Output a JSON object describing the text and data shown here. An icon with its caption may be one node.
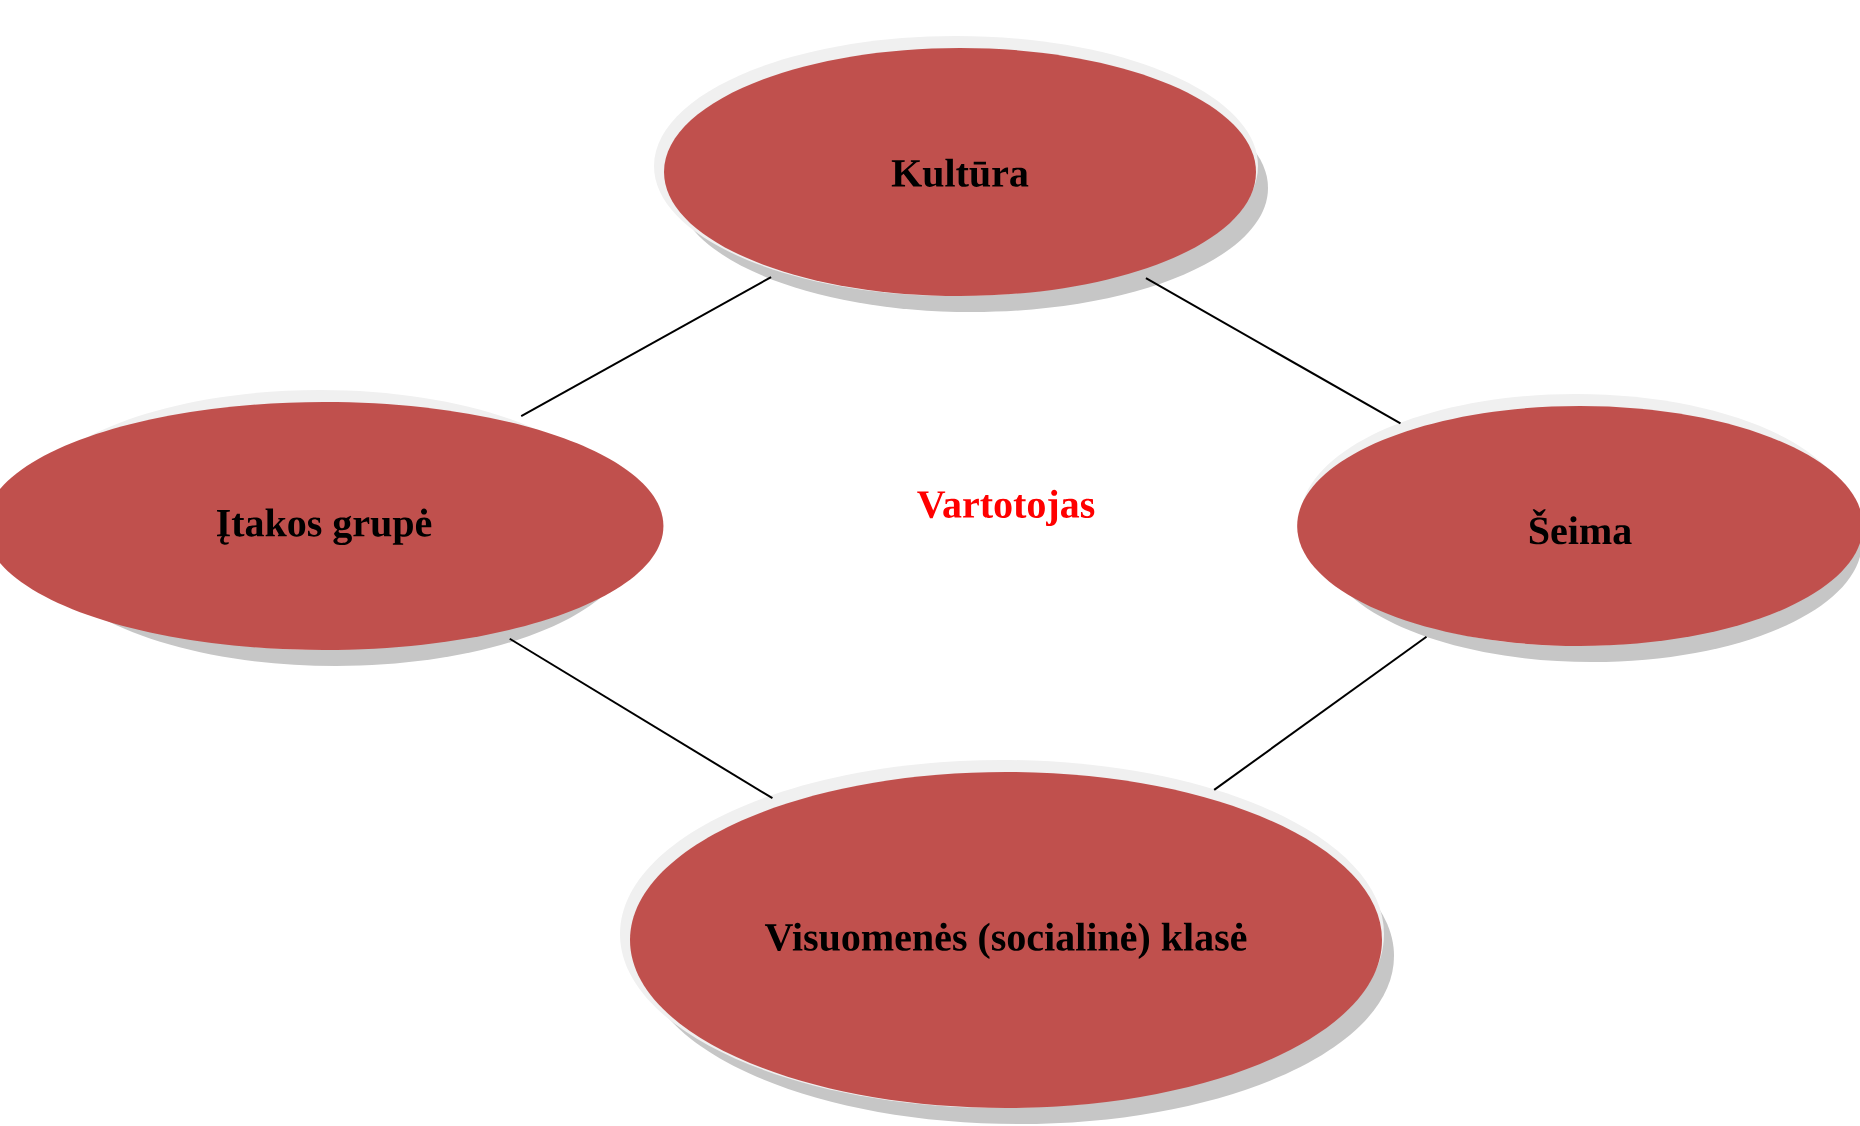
{
  "diagram": {
    "nodes": [
      {
        "text": [
          "Kultūra"
        ]
      },
      {
        "text": [
          "Įtakos grupė"
        ]
      },
      {
        "text": [
          "Šeima"
        ]
      },
      {
        "text": [
          "Visuomenės (socialinė) klasė"
        ]
      }
    ],
    "edges": [
      {
        "from": 1,
        "to": 0,
        "arrow": "none"
      },
      {
        "from": 0,
        "to": 2,
        "arrow": "none"
      },
      {
        "from": 1,
        "to": 3,
        "arrow": "none"
      },
      {
        "from": 3,
        "to": 2,
        "arrow": "none"
      }
    ],
    "labels": [
      "Vartotojas"
    ]
  }
}
